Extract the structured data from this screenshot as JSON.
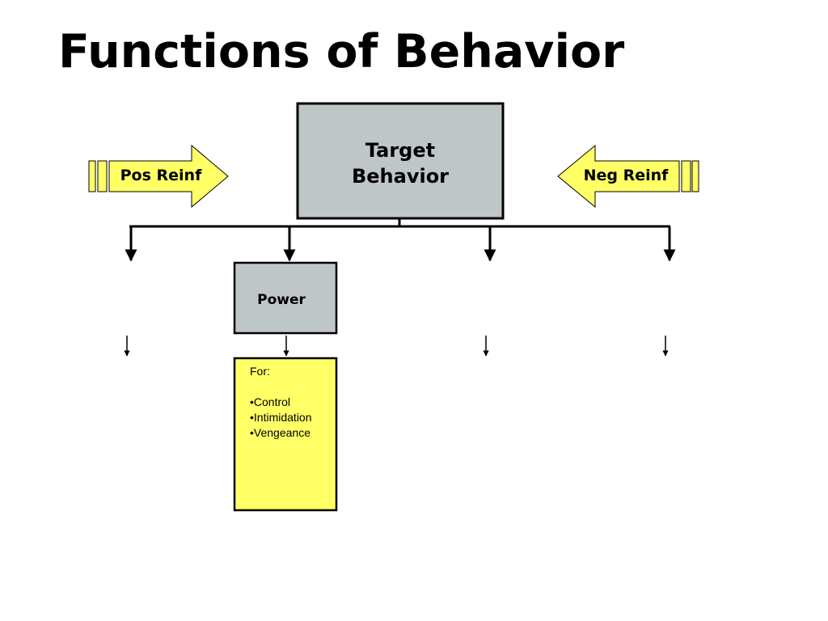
{
  "title": "Functions of Behavior",
  "colors": {
    "box_gray": "#bfc6c7",
    "arrow_yellow": "#ffff66",
    "note_yellow": "#ffff66",
    "line": "#000000"
  },
  "diagram": {
    "target": {
      "line1": "Target",
      "line2": "Behavior"
    },
    "pos_arrow": {
      "label": "Pos Reinf"
    },
    "neg_arrow": {
      "label": "Neg Reinf"
    },
    "power": {
      "label": "Power"
    },
    "note": {
      "heading": "For:",
      "items": [
        "Control",
        "Intimidation",
        "Vengeance"
      ]
    }
  }
}
